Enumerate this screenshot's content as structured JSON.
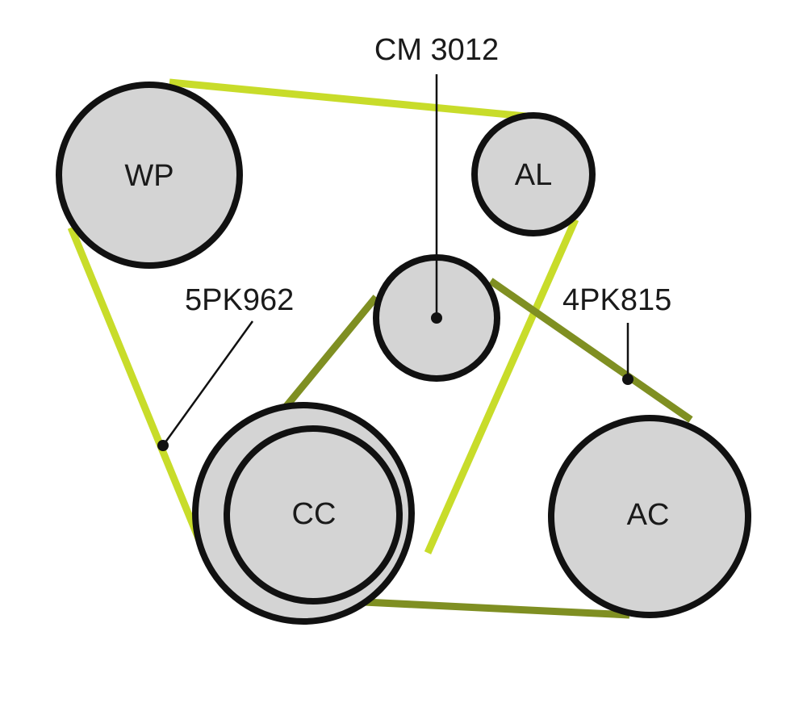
{
  "colors": {
    "belt_outer": "#c8dc2a",
    "belt_inner": "#7f8f22",
    "pulley_fill": "#d4d4d4",
    "outline": "#111111"
  },
  "pulleys": {
    "wp": "WP",
    "al": "AL",
    "cc": "CC",
    "ac": "AC"
  },
  "callouts": {
    "tensioner": "CM 3012",
    "outer_belt": "5PK962",
    "inner_belt": "4PK815"
  }
}
